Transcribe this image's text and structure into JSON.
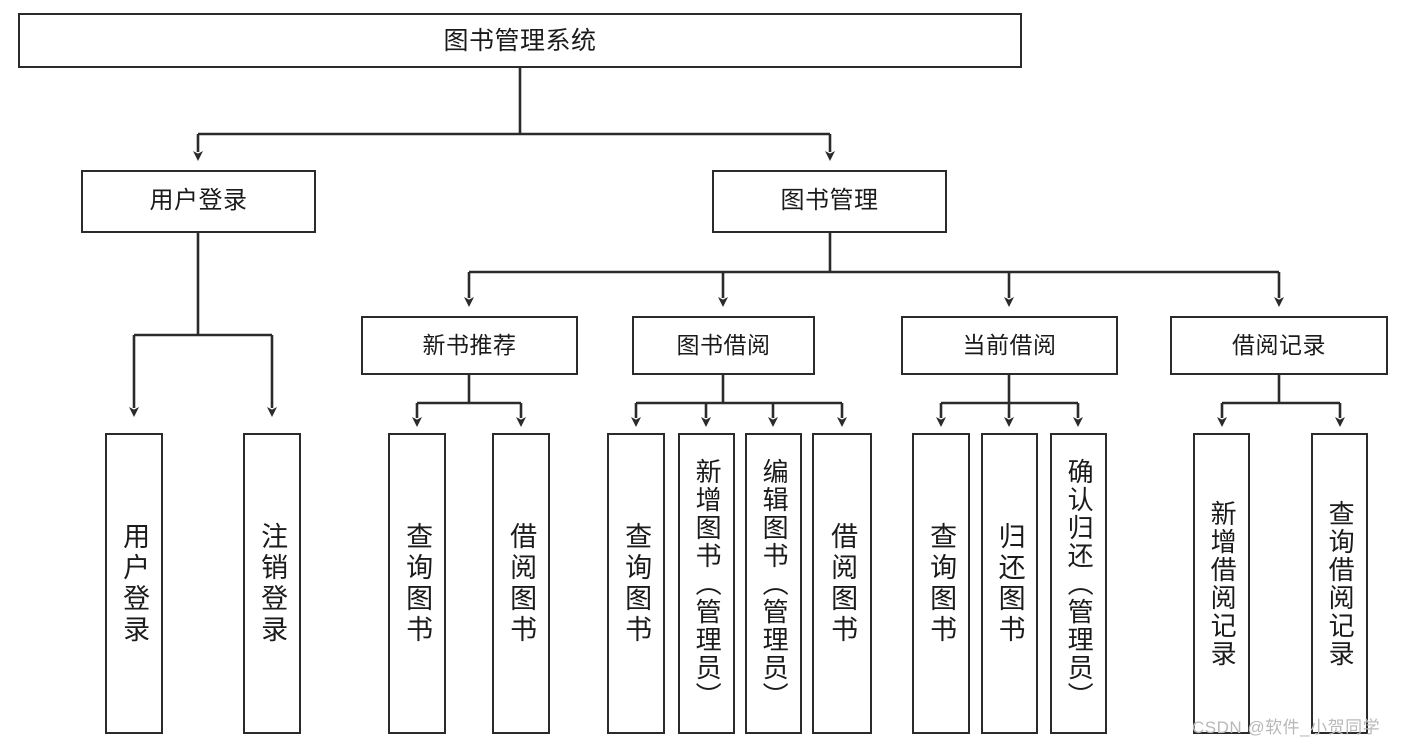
{
  "diagram": {
    "title": "图书管理系统",
    "type": "hierarchy-tree",
    "watermark": "CSDN @软件_小贺同学",
    "colors": {
      "stroke": "#2b2b2b",
      "fill": "#ffffff",
      "text": "#1b1b1b",
      "watermark": "#b9b9b9"
    },
    "nodes": {
      "root": {
        "label": "图书管理系统"
      },
      "level1": [
        {
          "id": "user-login",
          "label": "用户登录"
        },
        {
          "id": "book-manage",
          "label": "图书管理"
        }
      ],
      "level2": [
        {
          "id": "new-book-recommend",
          "label": "新书推荐"
        },
        {
          "id": "book-borrow",
          "label": "图书借阅"
        },
        {
          "id": "current-borrow",
          "label": "当前借阅"
        },
        {
          "id": "borrow-record",
          "label": "借阅记录"
        }
      ],
      "leaves": {
        "user-login": [
          {
            "id": "leaf-user-login",
            "label": "用户登录"
          },
          {
            "id": "leaf-logout",
            "label": "注销登录"
          }
        ],
        "new-book-recommend": [
          {
            "id": "leaf-query-book-1",
            "label": "查询图书"
          },
          {
            "id": "leaf-borrow-book-1",
            "label": "借阅图书"
          }
        ],
        "book-borrow": [
          {
            "id": "leaf-query-book-2",
            "label": "查询图书"
          },
          {
            "id": "leaf-add-book",
            "label": "新增图书（管理员）"
          },
          {
            "id": "leaf-edit-book",
            "label": "编辑图书（管理员）"
          },
          {
            "id": "leaf-borrow-book-2",
            "label": "借阅图书"
          }
        ],
        "current-borrow": [
          {
            "id": "leaf-query-book-3",
            "label": "查询图书"
          },
          {
            "id": "leaf-return-book",
            "label": "归还图书"
          },
          {
            "id": "leaf-confirm-return",
            "label": "确认归还（管理员）"
          }
        ],
        "borrow-record": [
          {
            "id": "leaf-add-record",
            "label": "新增借阅记录"
          },
          {
            "id": "leaf-query-record",
            "label": "查询借阅记录"
          }
        ]
      }
    }
  }
}
